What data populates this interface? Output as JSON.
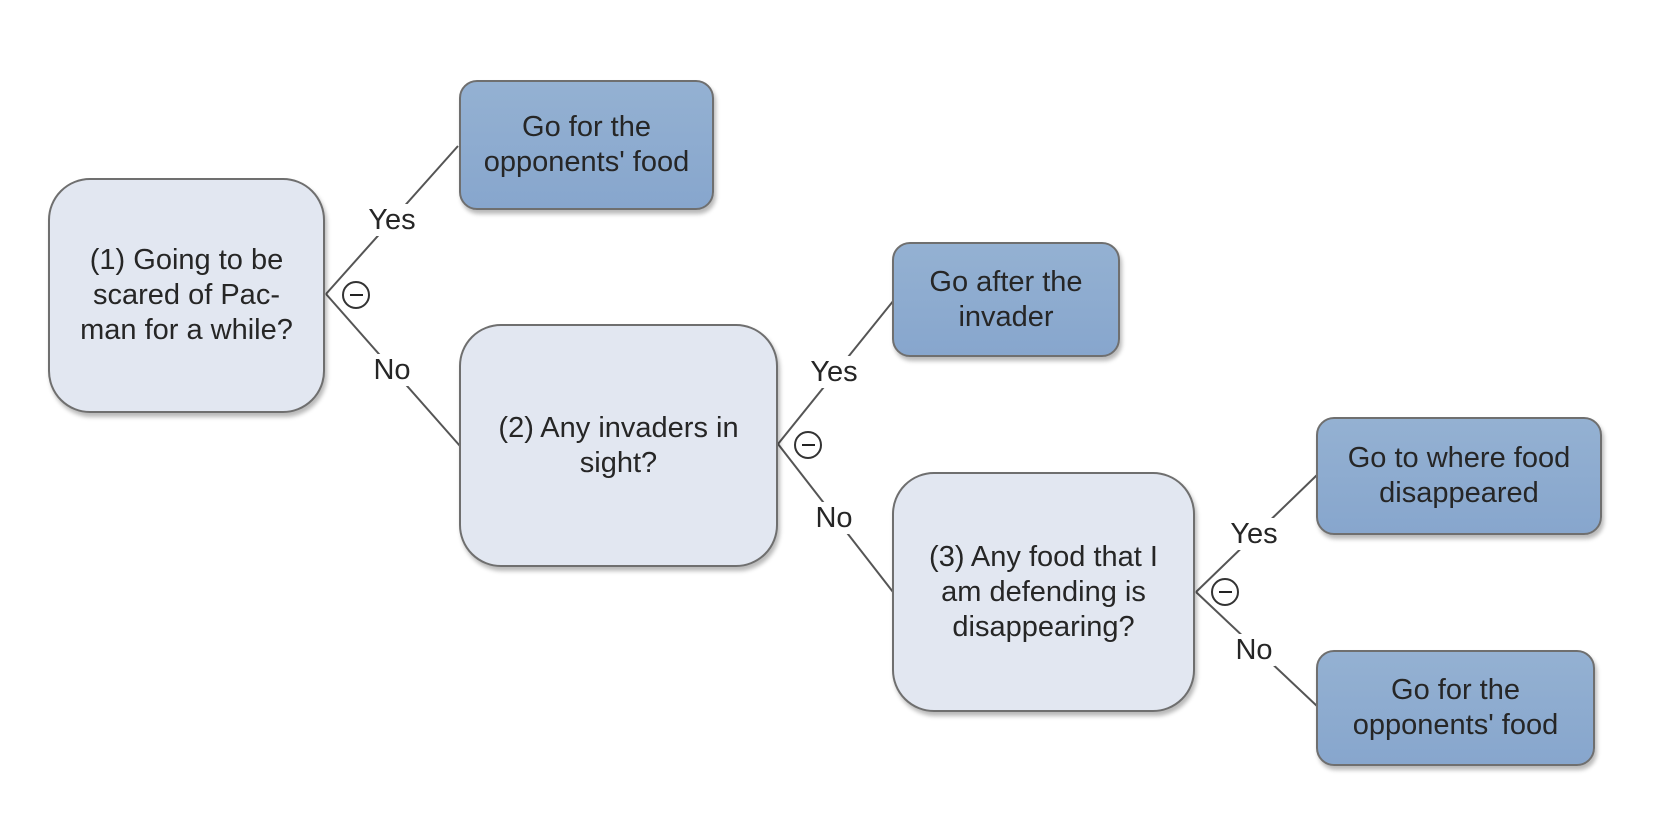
{
  "nodes": {
    "q1": "(1) Going to be scared of Pac-man for a while?",
    "a1_yes": "Go for the opponents' food",
    "q2": "(2) Any invaders in sight?",
    "a2_yes": "Go after the invader",
    "q3": "(3) Any food that I am defending is disappearing?",
    "a3_yes": "Go to where food disappeared",
    "a3_no": "Go for the opponents' food"
  },
  "edges": {
    "q1_yes": "Yes",
    "q1_no": "No",
    "q2_yes": "Yes",
    "q2_no": "No",
    "q3_yes": "Yes",
    "q3_no": "No"
  },
  "colors": {
    "decision_fill": "#e2e7f1",
    "action_fill": "#8aa9cf",
    "border": "#6f6f6f"
  },
  "icons": {
    "collapse": "circle-minus-icon"
  }
}
